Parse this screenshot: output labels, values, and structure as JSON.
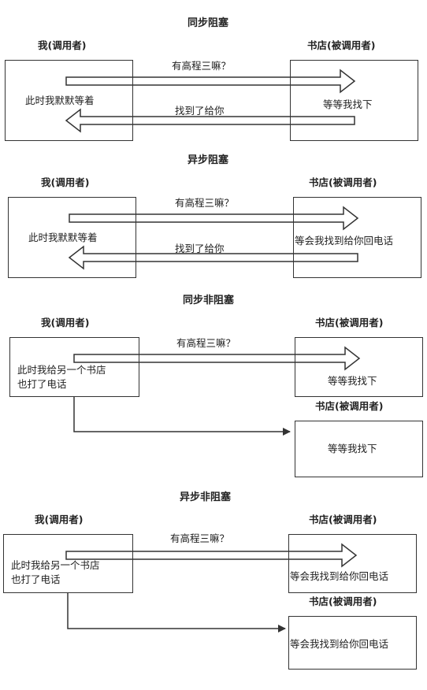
{
  "colors": {
    "line": "#333333",
    "text": "#222222"
  },
  "sections": [
    {
      "title": "同步阻塞",
      "caller_header": "我(调用者)",
      "callee_header": "书店(被调用者)",
      "request": "有高程三嘛？",
      "response": "找到了给你",
      "caller_text": "此时我默默等着",
      "callee_text": "等等我找下"
    },
    {
      "title": "异步阻塞",
      "caller_header": "我(调用者)",
      "callee_header": "书店(被调用者)",
      "request": "有高程三嘛？",
      "response": "找到了给你",
      "caller_text": "此时我默默等着",
      "callee_text": "等会我找到给你回电话"
    },
    {
      "title": "同步非阻塞",
      "caller_header": "我(调用者)",
      "callee_header": "书店(被调用者)",
      "request": "有高程三嘛？",
      "caller_text_line1": "此时我给另一个书店",
      "caller_text_line2": "也打了电话",
      "callee_text": "等等我找下",
      "second_callee_header": "书店(被调用者)",
      "second_callee_text": "等等我找下"
    },
    {
      "title": "异步非阻塞",
      "caller_header": "我(调用者)",
      "callee_header": "书店(被调用者)",
      "request": "有高程三嘛？",
      "caller_text_line1": "此时我给另一个书店",
      "caller_text_line2": "也打了电话",
      "callee_text": "等会我找到给你回电话",
      "second_callee_header": "书店(被调用者)",
      "second_callee_text": "等会我找到给你回电话"
    }
  ]
}
